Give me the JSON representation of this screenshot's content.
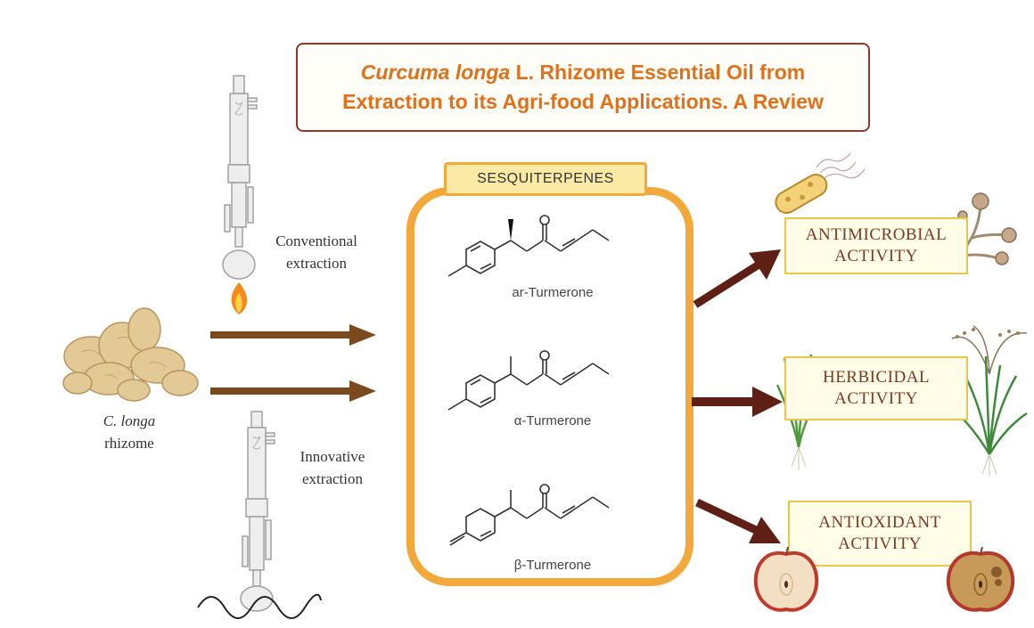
{
  "title": {
    "italic_part": "Curcuma longa",
    "line1_rest": " L. Rhizome Essential Oil from",
    "line2": "Extraction to its Agri-food Applications. A Review"
  },
  "source": {
    "species": "C. longa",
    "part": "rhizome"
  },
  "extraction": {
    "conventional_line1": "Conventional",
    "conventional_line2": "extraction",
    "innovative_line1": "Innovative",
    "innovative_line2": "extraction"
  },
  "sesquiterpenes": {
    "header": "SESQUITERPENES",
    "compounds": [
      "ar-Turmerone",
      "α-Turmerone",
      "β-Turmerone"
    ]
  },
  "activities": [
    {
      "line1": "ANTIMICROBIAL",
      "line2": "ACTIVITY"
    },
    {
      "line1": "HERBICIDAL",
      "line2": "ACTIVITY"
    },
    {
      "line1": "ANTIOXIDANT",
      "line2": "ACTIVITY"
    }
  ],
  "colors": {
    "title_text": "#e0701a",
    "title_border": "#8b3a2b",
    "panel_border": "#f2a83a",
    "arrow_brown": "#7a4a1e",
    "arrow_dark": "#5e1f14",
    "activity_text": "#7a3a22"
  }
}
